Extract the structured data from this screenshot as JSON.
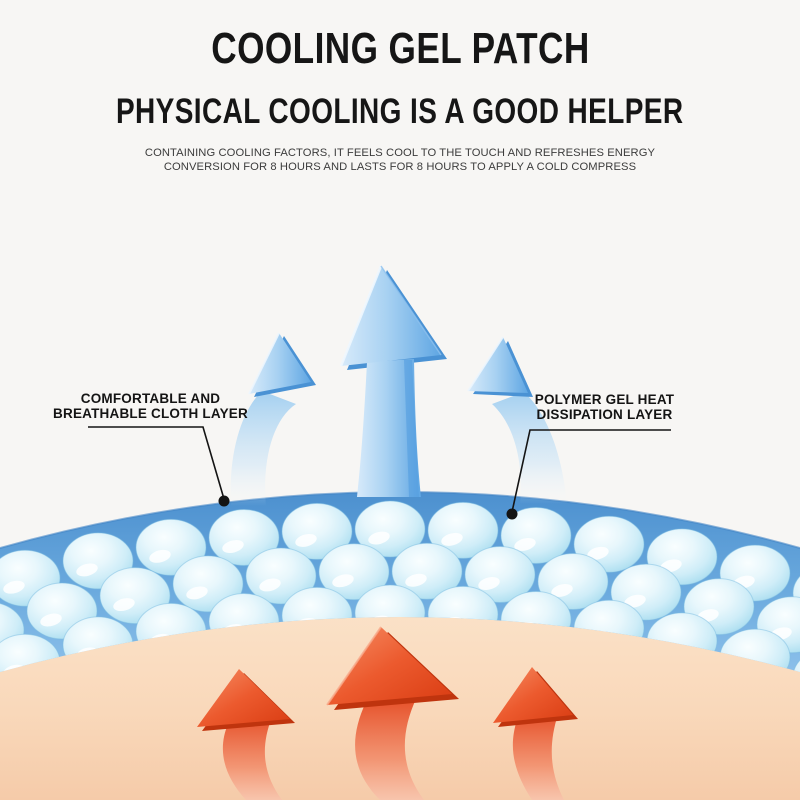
{
  "header": {
    "title": "COOLING GEL PATCH",
    "subtitle": "PHYSICAL COOLING IS A GOOD HELPER",
    "description_line1": "CONTAINING COOLING FACTORS, IT FEELS COOL TO THE TOUCH AND REFRESHES ENERGY",
    "description_line2": "CONVERSION FOR 8 HOURS AND LASTS FOR 8 HOURS TO APPLY A COLD COMPRESS"
  },
  "diagram": {
    "labels": {
      "cloth_layer": {
        "line1": "COMFORTABLE AND",
        "line2": "BREATHABLE CLOTH LAYER"
      },
      "gel_layer": {
        "line1": "POLYMER GEL HEAT",
        "line2": "DISSIPATION LAYER"
      }
    },
    "icons": {
      "cool_arrows": "arrow-up-icon",
      "heat_arrows": "arrow-up-icon"
    },
    "counts": {
      "cool_arrows": 3,
      "heat_arrows": 3,
      "gel_bead_rows": 3
    },
    "colors": {
      "background": "#f7f6f4",
      "text_black": "#161616",
      "cool_arrow_blue": "#6fb0e8",
      "band_blue": "#5b9fd9",
      "bead_light_blue": "#d9f0f9",
      "heat_arrow_red": "#e64a24",
      "skin_peach": "#f8d5b6",
      "leader_line": "#141414"
    }
  }
}
